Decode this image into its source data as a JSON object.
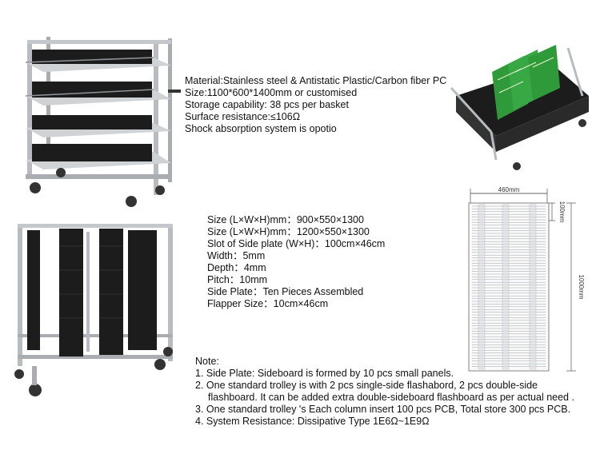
{
  "spec_block_1": {
    "lines": [
      "Material:Stainless steel & Antistatic Plastic/Carbon fiber PC",
      "Size:1100*600*1400mm or customised",
      "Storage capability: 38 pcs per basket",
      "Surface resistance:≤106Ω",
      "Shock absorption system is opotio"
    ]
  },
  "spec_block_2": {
    "lines": [
      "Size (L×W×H)mm：900×550×1300",
      "Size (L×W×H)mm：1200×550×1300",
      "Slot of Side plate (W×H)：100cm×46cm",
      "Width：5mm",
      "Depth：4mm",
      "Pitch：10mm",
      "Side Plate：Ten Pieces Assembled",
      "Flapper Size：10cm×46cm"
    ]
  },
  "notes": {
    "title": "Note:",
    "items": [
      "1. Side Plate: Sideboard is formed by 10 pcs small panels.",
      "2. One standard trolley is with 2 pcs single-side flashabord, 2 pcs double-side",
      "flashboard.  It can be added extra double-sideboard flashboard as per actual  need .",
      "3. One standard trolley 's Each column insert 100 pcs PCB, Total store 300 pcs PCB.",
      "4. System Resistance: Dissipative Type  1E6Ω~1E9Ω"
    ]
  },
  "drawing": {
    "width_label": "460mm",
    "pitch_label": "100mm",
    "height_label": "1000mm"
  },
  "colors": {
    "steel": "#b8bcc0",
    "black_plastic": "#1c1c1c",
    "pcb_green": "#2f9a3a"
  }
}
